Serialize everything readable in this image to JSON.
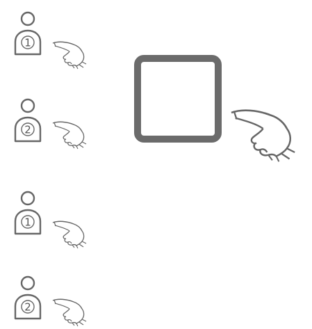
{
  "diagram": {
    "users": [
      {
        "number": "1"
      },
      {
        "number": "2"
      },
      {
        "number": "1"
      },
      {
        "number": "2"
      }
    ],
    "button": {
      "shape": "square"
    },
    "icon_names": [
      "user-icon",
      "pointing-hand-icon",
      "square-button-icon"
    ],
    "colors": {
      "line": "#666666",
      "button_border": "#6b6b6b",
      "background": "#ffffff"
    }
  }
}
